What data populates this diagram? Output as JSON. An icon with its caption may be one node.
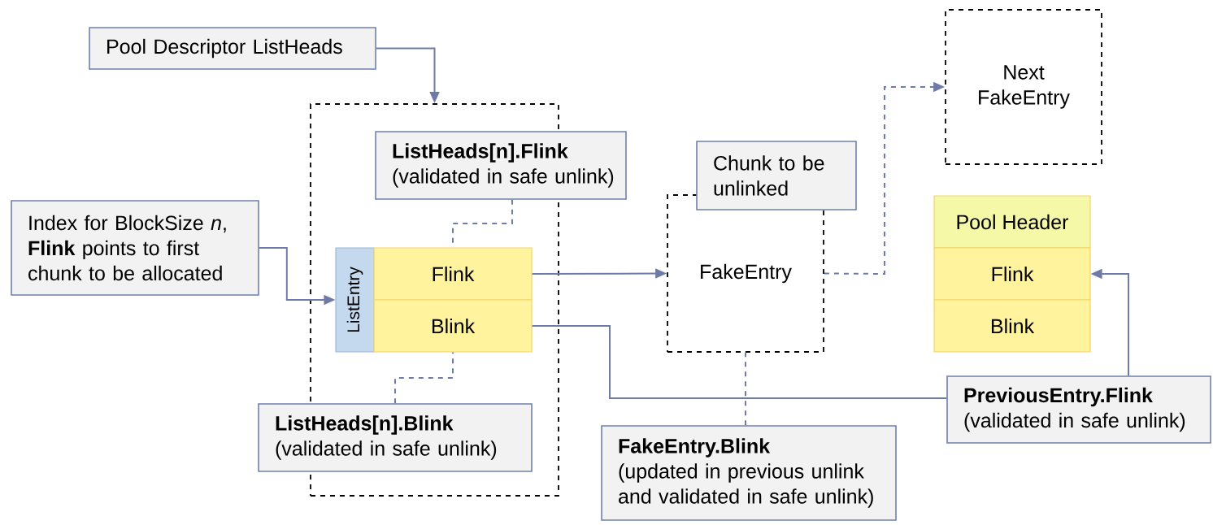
{
  "diagram": {
    "nodes": [
      {
        "text": [
          "Pool Descriptor ListHeads"
        ]
      },
      {
        "text": [],
        "shape": "box"
      },
      {
        "text": [
          "ListHeads[n].Flink",
          "(validated in safe unlink)"
        ]
      },
      {
        "text": [
          "Index for BlockSize *n*, **Flink** points to first chunk to be allocated"
        ]
      },
      {
        "text": [
          "ListEntry"
        ],
        "in": 1
      },
      {
        "text": [
          "Flink"
        ],
        "in": 1
      },
      {
        "text": [
          "Blink"
        ],
        "in": 1
      },
      {
        "text": [
          "ListHeads[n].Blink",
          "(validated in safe unlink)"
        ]
      },
      {
        "text": [
          "Chunk to be unlinked"
        ]
      },
      {
        "text": [
          "FakeEntry"
        ]
      },
      {
        "text": [
          "Next FakeEntry"
        ]
      },
      {
        "text": [
          "Pool Header"
        ]
      },
      {
        "text": [
          "Flink"
        ]
      },
      {
        "text": [
          "Blink"
        ]
      },
      {
        "text": [
          "PreviousEntry.Flink",
          "(validated in safe unlink)"
        ]
      },
      {
        "text": [
          "FakeEntry.Blink",
          "(updated in previous unlink and validated in safe unlink)"
        ]
      }
    ],
    "edges": [
      {
        "from": 0,
        "to": 1,
        "arrow": "to"
      },
      {
        "from": 2,
        "to": 5,
        "arrow": "none",
        "style": "dashed"
      },
      {
        "from": 3,
        "to": 4,
        "arrow": "to"
      },
      {
        "from": 5,
        "to": 9,
        "arrow": "to"
      },
      {
        "from": 6,
        "to": 14,
        "arrow": "none"
      },
      {
        "from": 7,
        "to": 6,
        "arrow": "none",
        "style": "dashed"
      },
      {
        "from": 9,
        "to": 10,
        "arrow": "to",
        "style": "dashed"
      },
      {
        "from": 15,
        "to": 9,
        "arrow": "none",
        "style": "dashed"
      },
      {
        "from": 14,
        "to": 12,
        "arrow": "to"
      }
    ]
  }
}
